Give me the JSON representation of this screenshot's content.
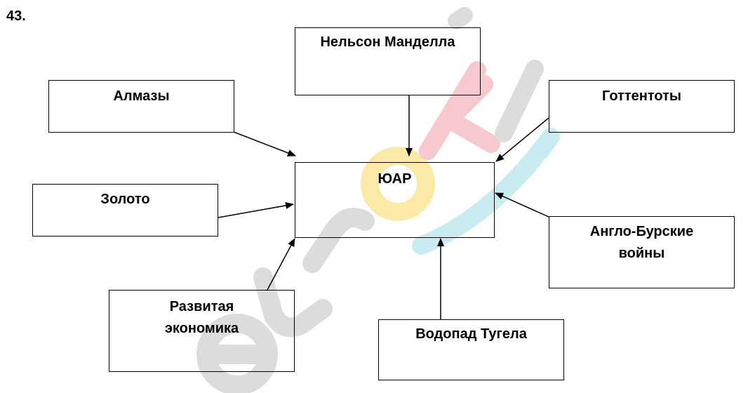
{
  "problem_number": "43.",
  "watermark": {
    "text": "euroki",
    "colors": {
      "letters": "#dcdcdc",
      "o_ring": "#fbe9a8",
      "k_stroke": "#f7c9cf",
      "arc": "#c8ecf2"
    }
  },
  "center_node": {
    "label": "ЮАР"
  },
  "nodes": {
    "mandela": "Нельсон Манделла",
    "diamonds": "Алмазы",
    "hottentots": "Готтентоты",
    "gold": "Золото",
    "boer_wars": "Англо-Бурские\nвойны",
    "economy": "Развитая\nэкономика",
    "tugela": "Водопад Тугела"
  },
  "edge_color": "#000000"
}
